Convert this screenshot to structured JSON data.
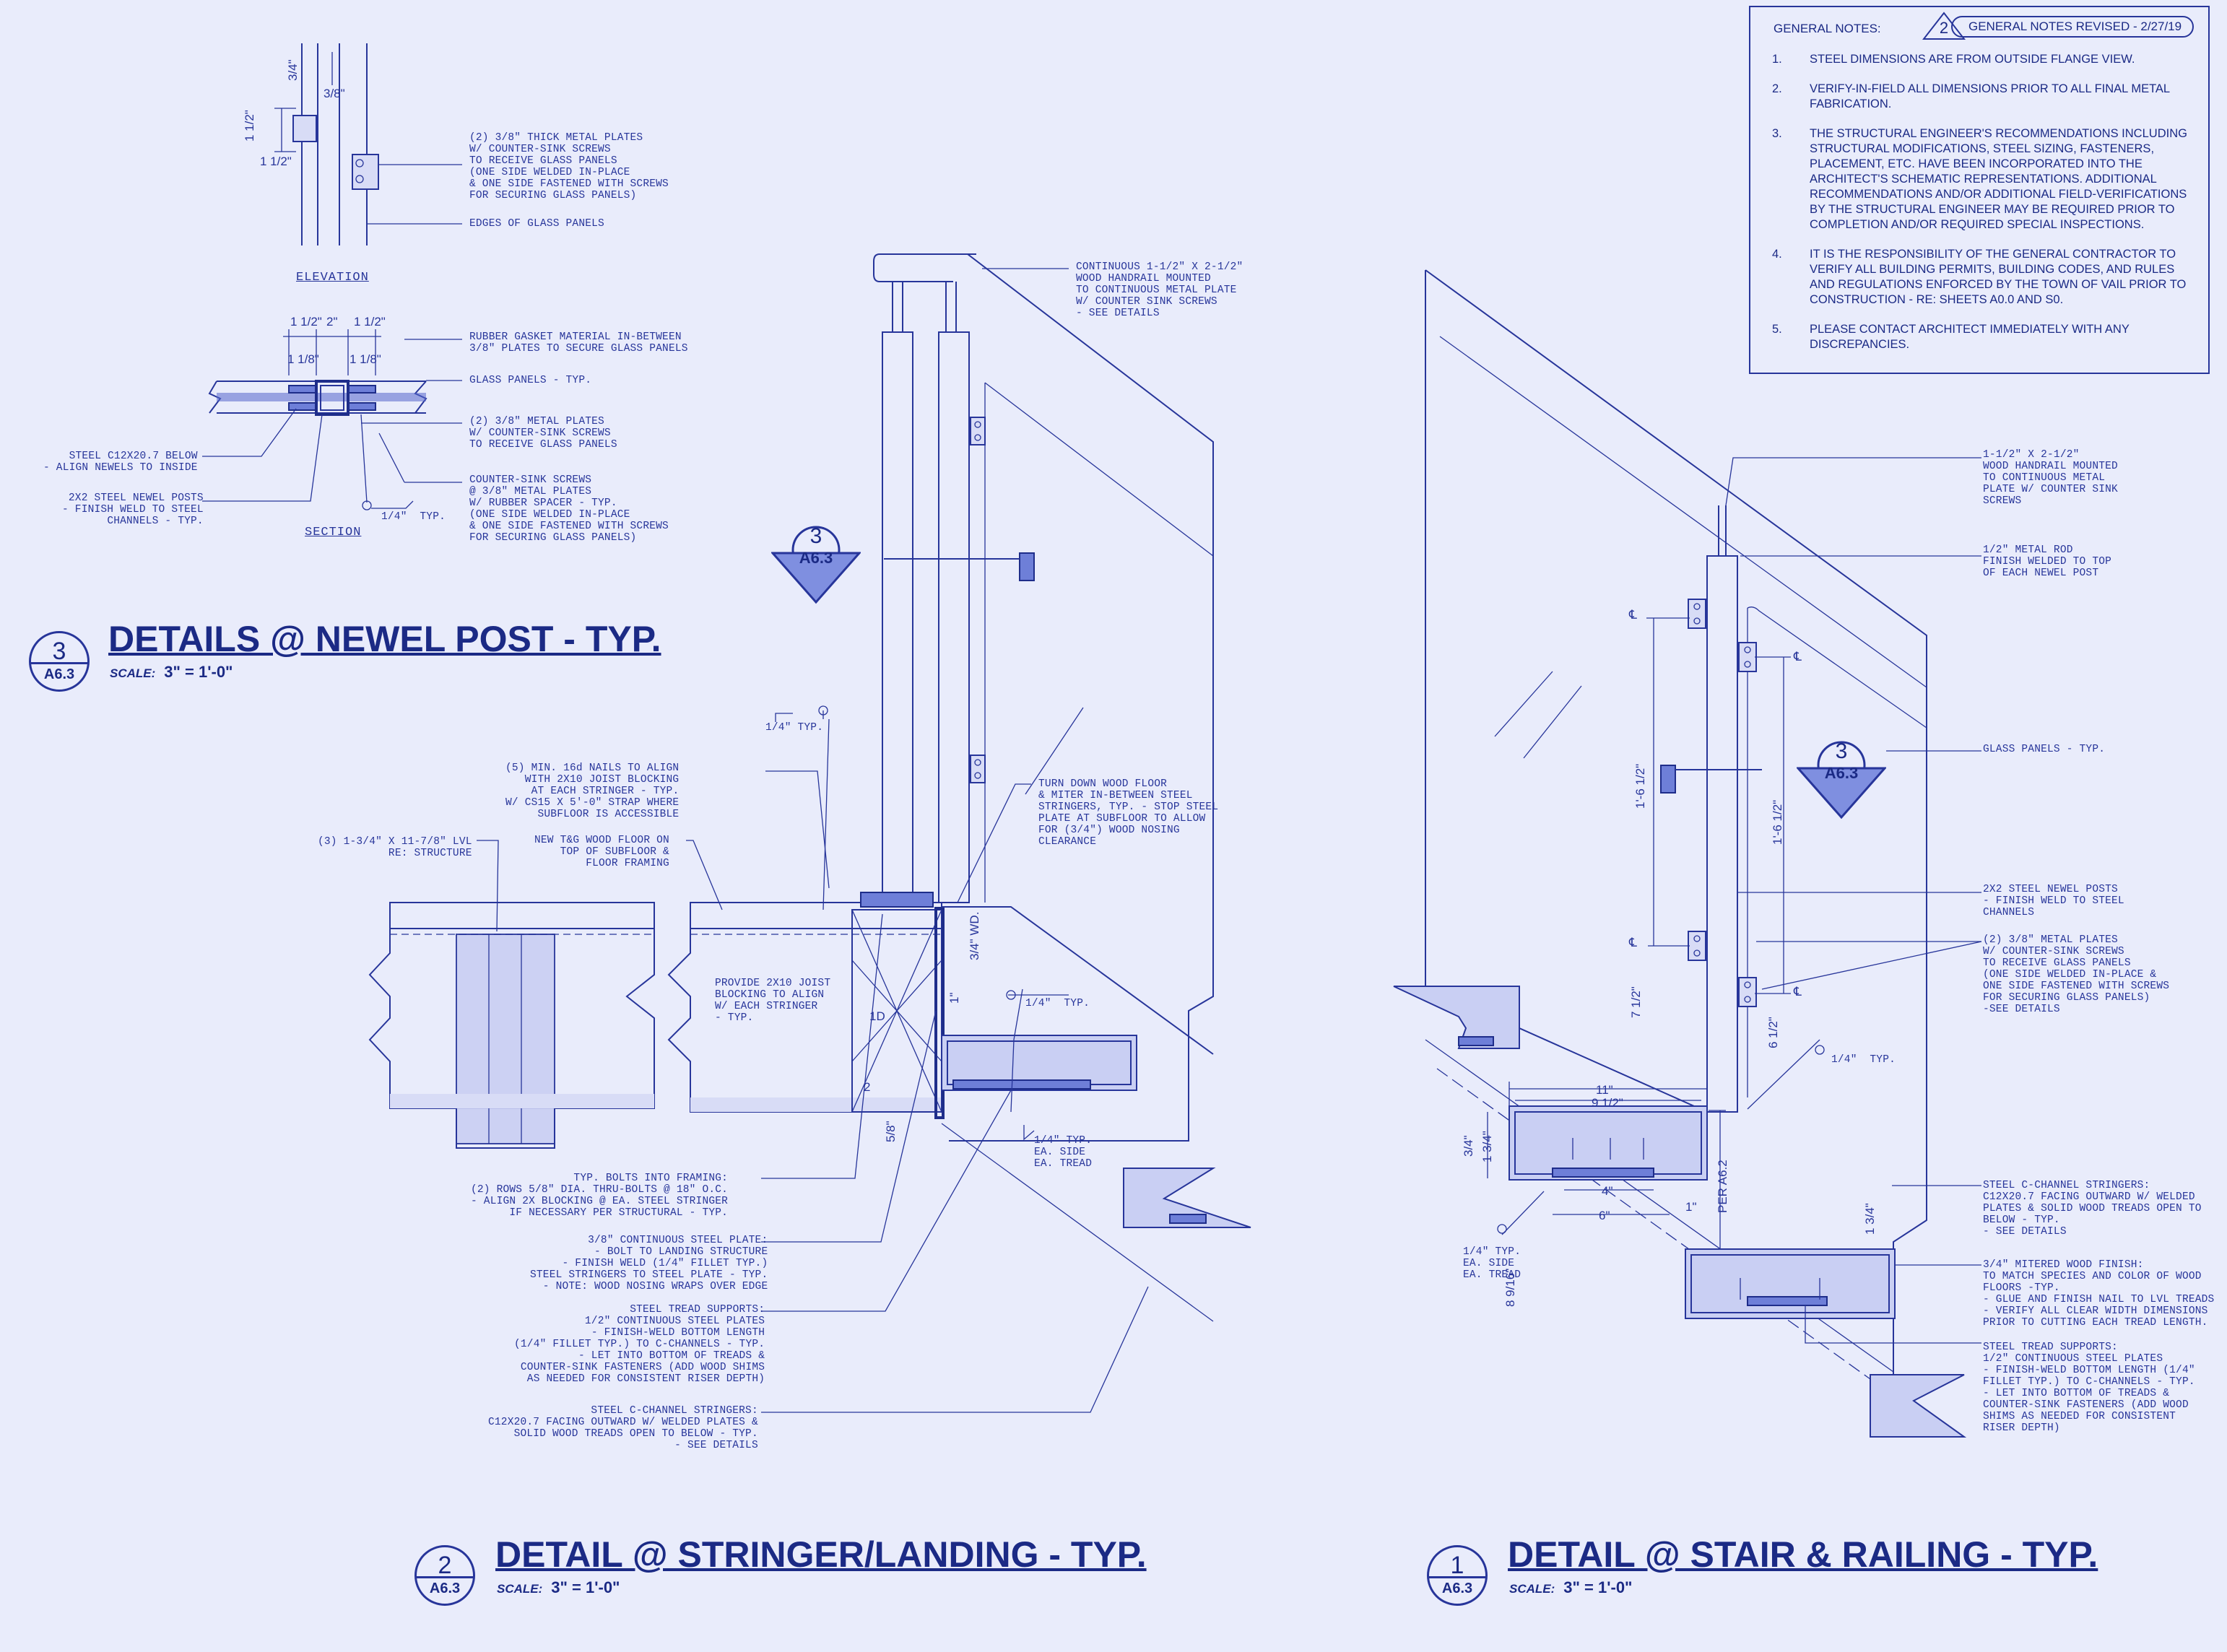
{
  "general_notes": {
    "heading": "GENERAL NOTES:",
    "revision_number": "2",
    "revision_label": "GENERAL NOTES REVISED - 2/27/19",
    "items": [
      {
        "index": "1.",
        "text": "STEEL DIMENSIONS ARE FROM OUTSIDE FLANGE VIEW."
      },
      {
        "index": "2.",
        "text": "VERIFY-IN-FIELD ALL DIMENSIONS PRIOR TO ALL FINAL METAL FABRICATION."
      },
      {
        "index": "3.",
        "text": "THE STRUCTURAL ENGINEER'S RECOMMENDATIONS INCLUDING STRUCTURAL MODIFICATIONS, STEEL SIZING, FASTENERS, PLACEMENT, ETC. HAVE BEEN INCORPORATED INTO THE ARCHITECT'S SCHEMATIC REPRESENTATIONS. ADDITIONAL RECOMMENDATIONS AND/OR ADDITIONAL FIELD-VERIFICATIONS BY THE STRUCTURAL ENGINEER MAY BE REQUIRED PRIOR TO COMPLETION AND/OR REQUIRED SPECIAL INSPECTIONS."
      },
      {
        "index": "4.",
        "text": "IT IS THE RESPONSIBILITY OF THE GENERAL CONTRACTOR TO VERIFY ALL BUILDING PERMITS, BUILDING CODES, AND RULES AND REGULATIONS ENFORCED BY THE TOWN OF VAIL PRIOR TO CONSTRUCTION - RE: SHEETS A0.0 AND S0."
      },
      {
        "index": "5.",
        "text": "PLEASE CONTACT ARCHITECT IMMEDIATELY WITH ANY DISCREPANCIES."
      }
    ]
  },
  "detail_3": {
    "number": "3",
    "sheet": "A6.3",
    "title": "DETAILS @ NEWEL POST - TYP.",
    "scale_label": "SCALE:",
    "scale": "3\" = 1'-0\"",
    "elevation_label": "ELEVATION",
    "section_label": "SECTION",
    "notes": {
      "plates": "(2) 3/8\" THICK METAL PLATES\nW/ COUNTER-SINK SCREWS\nTO RECEIVE GLASS PANELS\n(ONE SIDE WELDED IN-PLACE\n& ONE SIDE FASTENED WITH SCREWS\nFOR SECURING GLASS PANELS)",
      "glass_edges": "EDGES OF GLASS PANELS",
      "gasket": "RUBBER GASKET MATERIAL IN-BETWEEN\n3/8\" PLATES TO SECURE GLASS PANELS",
      "glass_panels": "GLASS PANELS - TYP.",
      "metal_plates": "(2) 3/8\" METAL PLATES\nW/ COUNTER-SINK SCREWS\nTO RECEIVE GLASS PANELS",
      "screws": "COUNTER-SINK SCREWS\n@ 3/8\" METAL PLATES\nW/ RUBBER SPACER - TYP.\n(ONE SIDE WELDED IN-PLACE\n& ONE SIDE FASTENED WITH SCREWS\nFOR SECURING GLASS PANELS)",
      "steel_channel": "STEEL C12X20.7 BELOW\n- ALIGN NEWELS TO INSIDE",
      "newel_posts": "2X2 STEEL NEWEL POSTS\n- FINISH WELD TO STEEL\nCHANNELS - TYP.",
      "weld": "1/4\"  TYP."
    },
    "dims": [
      "3/4\"",
      "3/8\"",
      "1 1/2\"",
      "1 1/2\"",
      "1 1/2\"",
      "2\"",
      "1 1/2\"",
      "1 1/8\"",
      "1 1/8\""
    ]
  },
  "detail_2": {
    "number": "2",
    "sheet": "A6.3",
    "title": "DETAIL @ STRINGER/LANDING - TYP.",
    "scale_label": "SCALE:",
    "scale": "3\" = 1'-0\"",
    "callout": {
      "number": "3",
      "sheet": "A6.3"
    },
    "notes": {
      "handrail": "CONTINUOUS 1-1/2\" X 2-1/2\"\nWOOD HANDRAIL MOUNTED\nTO CONTINUOUS METAL PLATE\nW/ COUNTER SINK SCREWS\n- SEE DETAILS",
      "weld_top": "1/4\" TYP.",
      "nails": "(5) MIN. 16d NAILS TO ALIGN\nWITH 2X10 JOIST BLOCKING\nAT EACH STRINGER - TYP.\nW/ CS15 X 5'-0\" STRAP WHERE\nSUBFLOOR IS ACCESSIBLE",
      "lvl": "(3) 1-3/4\" X 11-7/8\" LVL\nRE: STRUCTURE",
      "wood_floor": "NEW T&G WOOD FLOOR ON\nTOP OF SUBFLOOR &\nFLOOR FRAMING",
      "turn_down": "TURN DOWN WOOD FLOOR\n& MITER IN-BETWEEN STEEL\nSTRINGERS, TYP. - STOP STEEL\nPLATE AT SUBFLOOR TO ALLOW\nFOR (3/4\") WOOD NOSING\nCLEARANCE",
      "blocking": "PROVIDE 2X10 JOIST\nBLOCKING TO ALIGN\nW/ EACH STRINGER\n- TYP.",
      "weld_mid": "1/4\"  TYP.",
      "weld_tread": "1/4\" TYP.\nEA. SIDE\nEA. TREAD",
      "bolts": "TYP. BOLTS INTO FRAMING:\n(2) ROWS 5/8\" DIA. THRU-BOLTS @ 18\" O.C.\n- ALIGN 2X BLOCKING @ EA. STEEL STRINGER\nIF NECESSARY PER STRUCTURAL - TYP.",
      "plate": "3/8\" CONTINUOUS STEEL PLATE:\n- BOLT TO LANDING STRUCTURE\n- FINISH WELD (1/4\" FILLET TYP.)\nSTEEL STRINGERS TO STEEL PLATE - TYP.\n- NOTE: WOOD NOSING WRAPS OVER EDGE",
      "tread_supports": "STEEL TREAD SUPPORTS:\n1/2\" CONTINUOUS STEEL PLATES\n- FINISH-WELD BOTTOM LENGTH\n(1/4\" FILLET TYP.) TO C-CHANNELS - TYP.\n- LET INTO BOTTOM OF TREADS &\nCOUNTER-SINK FASTENERS (ADD WOOD SHIMS\nAS NEEDED FOR CONSISTENT RISER DEPTH)",
      "stringers": "STEEL C-CHANNEL STRINGERS:\nC12X20.7 FACING OUTWARD W/ WELDED PLATES &\nSOLID WOOD TREADS OPEN TO BELOW - TYP.\n- SEE DETAILS"
    },
    "dims": [
      "3/4\" WD.",
      "1\"",
      "5/8\"",
      "1D",
      "2"
    ]
  },
  "detail_1": {
    "number": "1",
    "sheet": "A6.3",
    "title": "DETAIL @ STAIR & RAILING - TYP.",
    "scale_label": "SCALE:",
    "scale": "3\" = 1'-0\"",
    "callout": {
      "number": "3",
      "sheet": "A6.3"
    },
    "notes": {
      "handrail": "1-1/2\" X 2-1/2\"\nWOOD HANDRAIL MOUNTED\nTO CONTINUOUS METAL\nPLATE W/ COUNTER SINK\nSCREWS",
      "rod": "1/2\" METAL ROD\nFINISH WELDED TO TOP\nOF EACH NEWEL POST",
      "glass": "GLASS PANELS - TYP.",
      "newel": "2X2 STEEL NEWEL POSTS\n- FINISH WELD TO STEEL\nCHANNELS",
      "plates": "(2) 3/8\" METAL PLATES\nW/ COUNTER-SINK SCREWS\nTO RECEIVE GLASS PANELS\n(ONE SIDE WELDED IN-PLACE &\nONE SIDE FASTENED WITH SCREWS\nFOR SECURING GLASS PANELS)\n-SEE DETAILS",
      "weld_post": "1/4\"  TYP.",
      "stringers": "STEEL C-CHANNEL STRINGERS:\nC12X20.7 FACING OUTWARD W/ WELDED\nPLATES & SOLID WOOD TREADS OPEN TO\nBELOW - TYP.\n- SEE DETAILS",
      "mitered": "3/4\" MITERED WOOD FINISH:\nTO MATCH SPECIES AND COLOR OF WOOD\nFLOORS -TYP.\n- GLUE AND FINISH NAIL TO LVL TREADS\n- VERIFY ALL CLEAR WIDTH DIMENSIONS\nPRIOR TO CUTTING EACH TREAD LENGTH.",
      "tread_supports": "STEEL TREAD SUPPORTS:\n1/2\" CONTINUOUS STEEL PLATES\n- FINISH-WELD BOTTOM LENGTH (1/4\"\nFILLET TYP.) TO C-CHANNELS - TYP.\n- LET INTO BOTTOM OF TREADS &\nCOUNTER-SINK FASTENERS (ADD WOOD\nSHIMS AS NEEDED FOR CONSISTENT\nRISER DEPTH)",
      "weld_tread": "1/4\" TYP.\nEA. SIDE\nEA. TREAD"
    },
    "dims": {
      "d11": "11\"",
      "d9_5": "9 1/2\"",
      "d4": "4\"",
      "d6": "6\"",
      "d3_4": "3/4\"",
      "d1_3_4": "1 3/4\"",
      "d1": "1\"",
      "per": "PER A6.2",
      "d1_6_5_left": "1'-6 1/2\"",
      "d1_6_5_right": "1'-6 1/2\"",
      "d7_5": "7 1/2\"",
      "d6_5": "6 1/2\"",
      "d1_3_4_b": "1 3/4\"",
      "d8_9_16": "8 9/16\""
    },
    "centerline_symbol": "℄"
  }
}
